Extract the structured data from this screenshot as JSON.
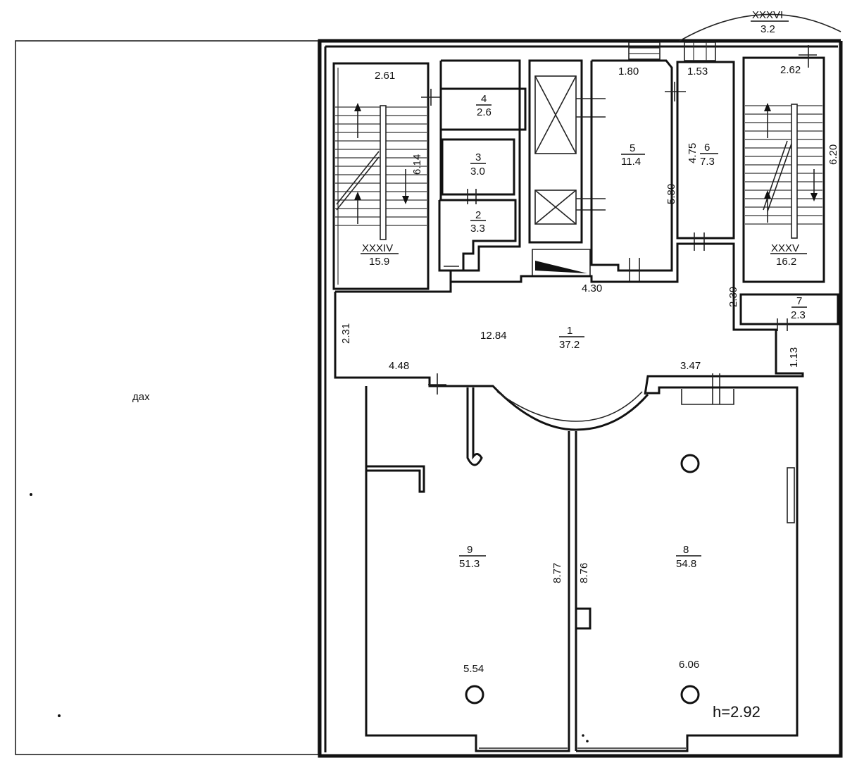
{
  "roof_label": "дах",
  "ceiling_height": "h=2.92",
  "rooms": {
    "r1": {
      "number": "1",
      "area": "37.2"
    },
    "r2": {
      "number": "2",
      "area": "3.3"
    },
    "r3": {
      "number": "3",
      "area": "3.0"
    },
    "r4": {
      "number": "4",
      "area": "2.6"
    },
    "r5": {
      "number": "5",
      "area": "11.4"
    },
    "r6": {
      "number": "6",
      "area": "7.3"
    },
    "r7": {
      "number": "7",
      "area": "2.3"
    },
    "r8": {
      "number": "8",
      "area": "54.8"
    },
    "r9": {
      "number": "9",
      "area": "51.3"
    },
    "xxxiv": {
      "number": "XXXIV",
      "area": "15.9"
    },
    "xxxv": {
      "number": "XXXV",
      "area": "16.2"
    },
    "xxxvi": {
      "number": "XXXVI",
      "area": "3.2"
    }
  },
  "dimensions": {
    "d_2_61": "2.61",
    "d_6_14": "6.14",
    "d_1_80": "1.80",
    "d_5_80": "5.80",
    "d_1_53": "1.53",
    "d_4_75": "4.75",
    "d_2_62": "2.62",
    "d_6_20": "6.20",
    "d_4_30": "4.30",
    "d_2_39": "2.39",
    "d_2_31": "2.31",
    "d_12_84": "12.84",
    "d_4_48": "4.48",
    "d_3_47": "3.47",
    "d_1_13": "1.13",
    "d_8_77": "8.77",
    "d_8_76": "8.76",
    "d_5_54": "5.54",
    "d_6_06": "6.06"
  }
}
